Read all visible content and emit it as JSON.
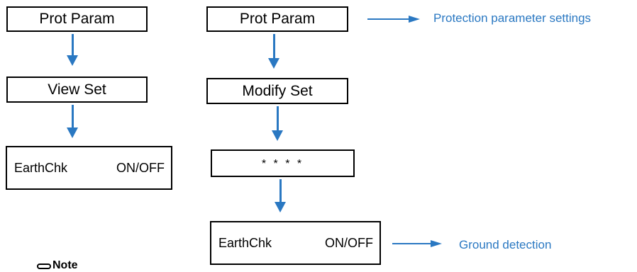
{
  "left_flow": {
    "step1": "Prot Param",
    "step2": "View Set",
    "step3_label": "EarthChk",
    "step3_value": "ON/OFF"
  },
  "right_flow": {
    "step1": "Prot Param",
    "step2": "Modify Set",
    "step3": "* * * *",
    "step4_label": "EarthChk",
    "step4_value": "ON/OFF"
  },
  "annotations": {
    "prot_param": "Protection parameter settings",
    "earth_chk": "Ground detection"
  },
  "note_label": "Note",
  "colors": {
    "arrow": "#2a78c2",
    "annotation": "#2a78c2",
    "box_border": "#000000"
  }
}
